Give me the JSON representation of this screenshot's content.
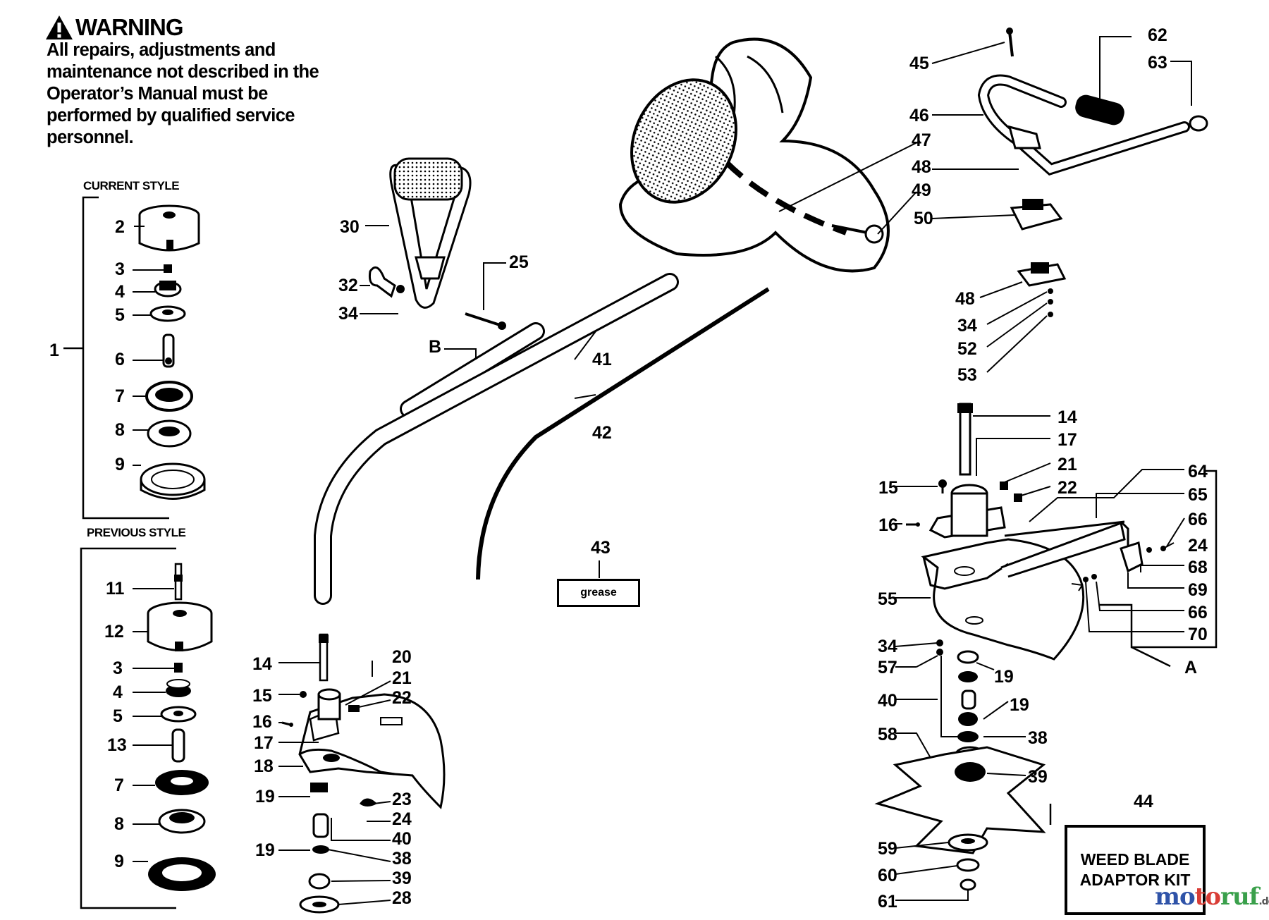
{
  "warning": {
    "title": "WARNING",
    "body": "All repairs, adjustments and maintenance not described in the Operator’s Manual must be performed by qualified service personnel."
  },
  "sections": {
    "current_style": "CURRENT STYLE",
    "previous_style": "PREVIOUS STYLE"
  },
  "kit": {
    "line1": "WEED BLADE",
    "line2": "ADAPTOR KIT"
  },
  "grease_label": "grease",
  "watermark": {
    "part1": "mo",
    "part2": "to",
    "part3": "ruf",
    "tld": ".de"
  },
  "callouts": [
    "1",
    "2",
    "3",
    "4",
    "5",
    "6",
    "7",
    "8",
    "9",
    "11",
    "12",
    "3",
    "4",
    "5",
    "13",
    "7",
    "8",
    "9",
    "30",
    "32",
    "34",
    "25",
    "B",
    "41",
    "42",
    "43",
    "14",
    "15",
    "16",
    "17",
    "18",
    "19",
    "19",
    "20",
    "21",
    "22",
    "23",
    "24",
    "40",
    "38",
    "39",
    "28",
    "45",
    "46",
    "47",
    "48",
    "49",
    "50",
    "62",
    "63",
    "48",
    "34",
    "52",
    "53",
    "14",
    "17",
    "21",
    "22",
    "15",
    "16",
    "64",
    "65",
    "66",
    "24",
    "68",
    "69",
    "66",
    "70",
    "A",
    "55",
    "34",
    "57",
    "19",
    "40",
    "19",
    "58",
    "38",
    "39",
    "59",
    "60",
    "61",
    "44"
  ]
}
